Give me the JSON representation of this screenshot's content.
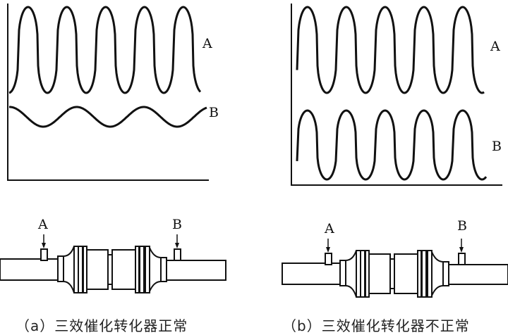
{
  "panel_a": {
    "wave_labels": [
      "A",
      "B"
    ],
    "probe_labels": [
      "A",
      "B"
    ],
    "caption": "（a）三效催化转化器正常"
  },
  "panel_b": {
    "wave_labels": [
      "A",
      "B"
    ],
    "probe_labels": [
      "A",
      "B"
    ],
    "caption": "（b）三效催化转化器不正常"
  }
}
